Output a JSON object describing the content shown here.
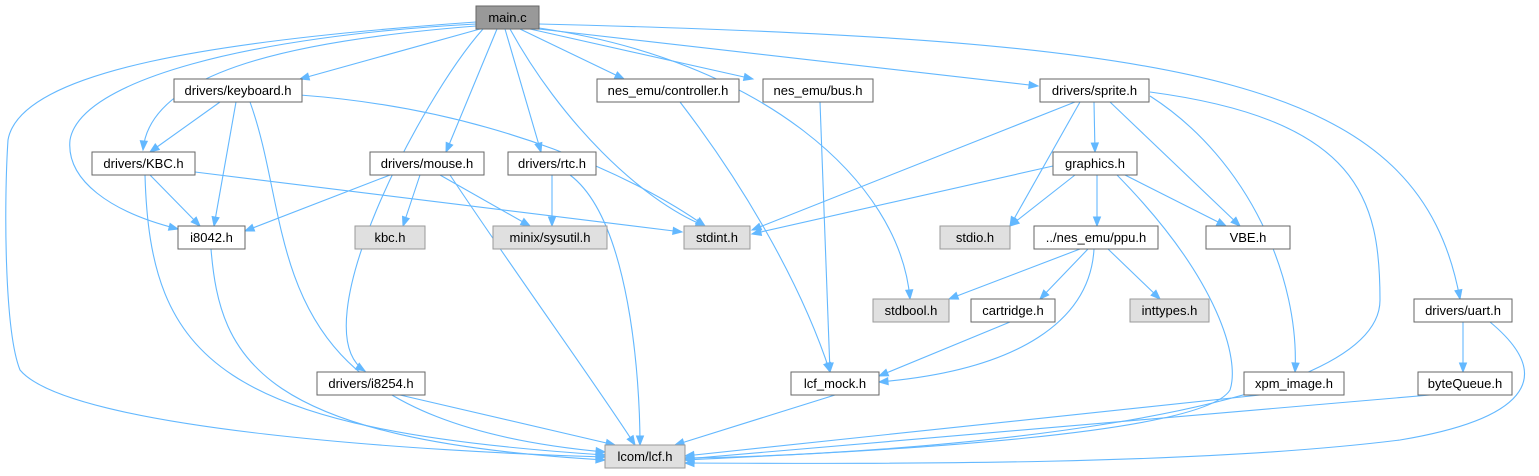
{
  "colors": {
    "edge": "#63b8ff",
    "node_border": "#666666",
    "node_fill": "#ffffff",
    "system_header_fill": "#e0e0e0",
    "root_fill": "#999999"
  },
  "nodes": {
    "main_c": "main.c",
    "drivers_keyboard_h": "drivers/keyboard.h",
    "nes_emu_controller_h": "nes_emu/controller.h",
    "nes_emu_bus_h": "nes_emu/bus.h",
    "drivers_sprite_h": "drivers/sprite.h",
    "drivers_kbc_h": "drivers/KBC.h",
    "drivers_mouse_h": "drivers/mouse.h",
    "drivers_rtc_h": "drivers/rtc.h",
    "graphics_h": "graphics.h",
    "i8042_h": "i8042.h",
    "kbc_h": "kbc.h",
    "minix_sysutil_h": "minix/sysutil.h",
    "stdint_h": "stdint.h",
    "stdio_h": "stdio.h",
    "nes_emu_ppu_h": "../nes_emu/ppu.h",
    "vbe_h": "VBE.h",
    "stdbool_h": "stdbool.h",
    "cartridge_h": "cartridge.h",
    "inttypes_h": "inttypes.h",
    "drivers_uart_h": "drivers/uart.h",
    "drivers_i8254_h": "drivers/i8254.h",
    "lcf_mock_h": "lcf_mock.h",
    "xpm_image_h": "xpm_image.h",
    "bytequeue_h": "byteQueue.h",
    "lcom_lcf_h": "lcom/lcf.h"
  }
}
